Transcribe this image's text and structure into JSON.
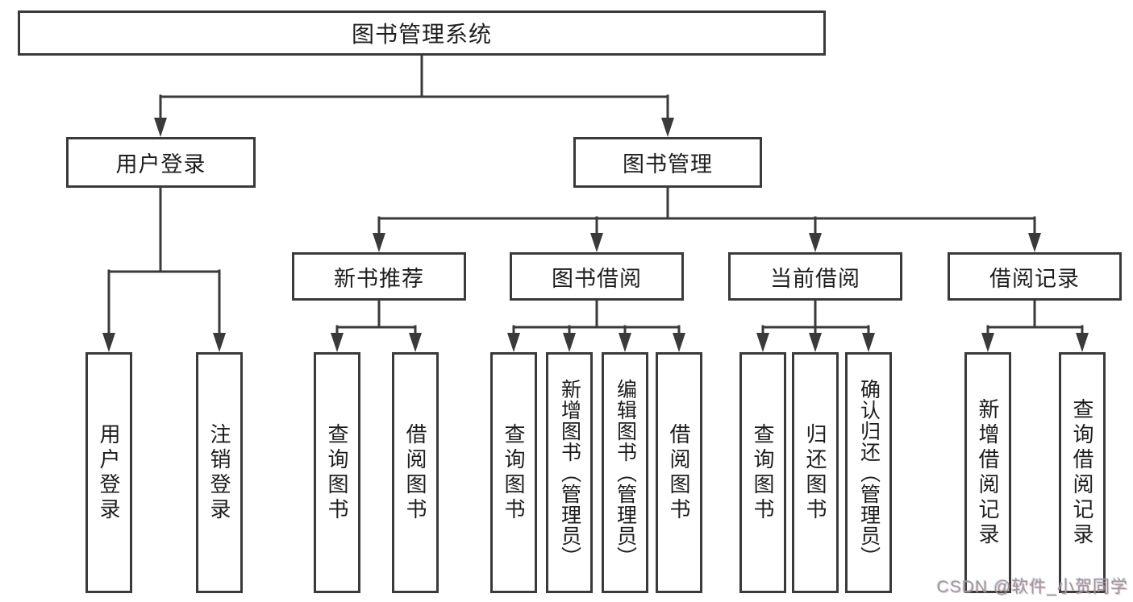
{
  "diagram": {
    "type": "tree",
    "title": "图书管理系统",
    "nodes": {
      "root": "图书管理系统",
      "user_login": "用户登录",
      "book_mgmt": "图书管理",
      "login": "用户登录",
      "logout": "注销登录",
      "new_rec": "新书推荐",
      "borrow": "图书借阅",
      "current": "当前借阅",
      "records": "借阅记录",
      "rec_query": "查询图书",
      "rec_borrow": "借阅图书",
      "borrow_query": "查询图书",
      "borrow_add": "新增图书（管理员）",
      "borrow_edit": "编辑图书（管理员）",
      "borrow_take": "借阅图书",
      "current_query": "查询图书",
      "current_return": "归还图书",
      "current_confirm": "确认归还（管理员）",
      "records_add": "新增借阅记录",
      "records_query": "查询借阅记录"
    },
    "hierarchy": {
      "图书管理系统": {
        "用户登录": [
          "用户登录",
          "注销登录"
        ],
        "图书管理": {
          "新书推荐": [
            "查询图书",
            "借阅图书"
          ],
          "图书借阅": [
            "查询图书",
            "新增图书（管理员）",
            "编辑图书（管理员）",
            "借阅图书"
          ],
          "当前借阅": [
            "查询图书",
            "归还图书",
            "确认归还（管理员）"
          ],
          "借阅记录": [
            "新增借阅记录",
            "查询借阅记录"
          ]
        }
      }
    }
  },
  "watermark": {
    "text": "CSDN @软件_小贺同学"
  },
  "colors": {
    "line": "#3a3a3a",
    "text": "#1d1d1f",
    "box_fill": "#ffffff",
    "background": "#ffffff",
    "watermark": "#9a9a9a"
  }
}
